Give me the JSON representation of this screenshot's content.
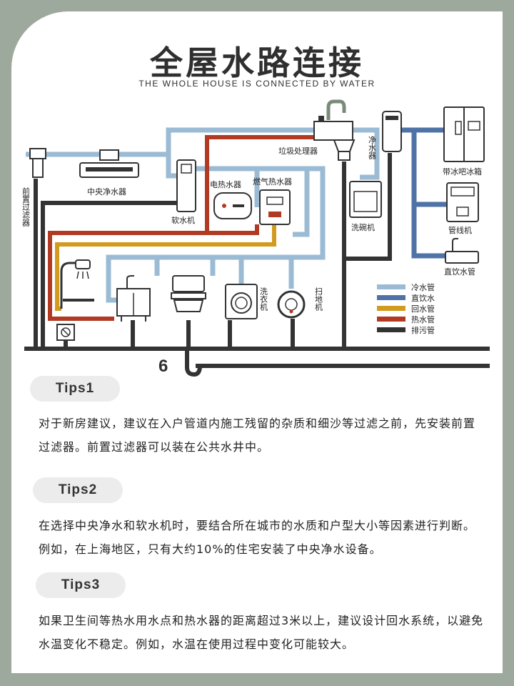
{
  "header": {
    "title": "全屋水路连接",
    "subtitle": "THE WHOLE HOUSE IS CONNECTED BY WATER"
  },
  "diagram": {
    "labels": {
      "pre_filter": "前置过滤器",
      "central_purifier": "中央净水器",
      "softener": "软水机",
      "electric_heater": "电热水器",
      "gas_heater": "燃气热水器",
      "garbage_disposer": "垃圾处理器",
      "purifier": "净水器",
      "dishwasher": "洗碗机",
      "fridge": "带冰吧冰箱",
      "pipeline_machine": "管线机",
      "drinking_faucet": "直饮水管",
      "washer": "洗衣机",
      "robot_vacuum": "扫地机",
      "number": "6"
    },
    "legend": [
      {
        "label": "冷水管",
        "color": "#9bbbd4"
      },
      {
        "label": "直饮水",
        "color": "#4f73a6"
      },
      {
        "label": "回水管",
        "color": "#d29a1f"
      },
      {
        "label": "热水管",
        "color": "#b23a23"
      },
      {
        "label": "排污管",
        "color": "#333333"
      }
    ]
  },
  "tips": [
    {
      "title": "Tips1",
      "text": "对于新房建议，建议在入户管道内施工残留的杂质和细沙等过滤之前，先安装前置过滤器。前置过滤器可以装在公共水井中。"
    },
    {
      "title": "Tips2",
      "text": "在选择中央净水和软水机时，要结合所在城市的水质和户型大小等因素进行判断。例如，在上海地区，只有大约10%的住宅安装了中央净水设备。"
    },
    {
      "title": "Tips3",
      "text": "如果卫生间等热水用水点和热水器的距离超过3米以上，建议设计回水系统，以避免水温变化不稳定。例如，水温在使用过程中变化可能较大。"
    }
  ]
}
